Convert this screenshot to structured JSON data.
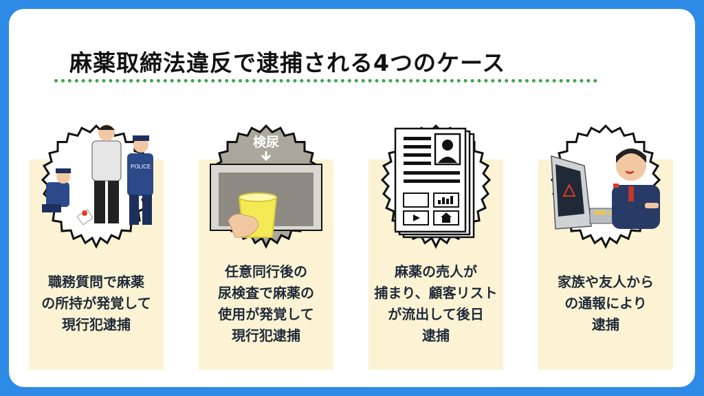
{
  "title": "麻薬取締法違反で逮捕される4つのケース",
  "cases": [
    {
      "icon": "police-questioning-illustration",
      "lines": [
        "職務質問で麻薬",
        "の所持が発覚して",
        "現行犯逮捕"
      ]
    },
    {
      "icon": "urine-test-illustration",
      "badge": "検尿",
      "police_text": "POLICE",
      "lines": [
        "任意同行後の",
        "尿検査で麻薬の",
        "使用が発覚して",
        "現行犯逮捕"
      ]
    },
    {
      "icon": "customer-list-document-illustration",
      "lines": [
        "麻薬の売人が",
        "捕まり、顧客リスト",
        "が流出して後日",
        "逮捕"
      ]
    },
    {
      "icon": "emergency-call-operator-illustration",
      "lines": [
        "家族や友人から",
        "の通報により",
        "逮捕"
      ]
    }
  ],
  "colors": {
    "background": "#2d8ae5",
    "card": "#ffffff",
    "panel": "#fbf3d3",
    "dots": "#3fa34d",
    "text": "#1f2a3a"
  }
}
